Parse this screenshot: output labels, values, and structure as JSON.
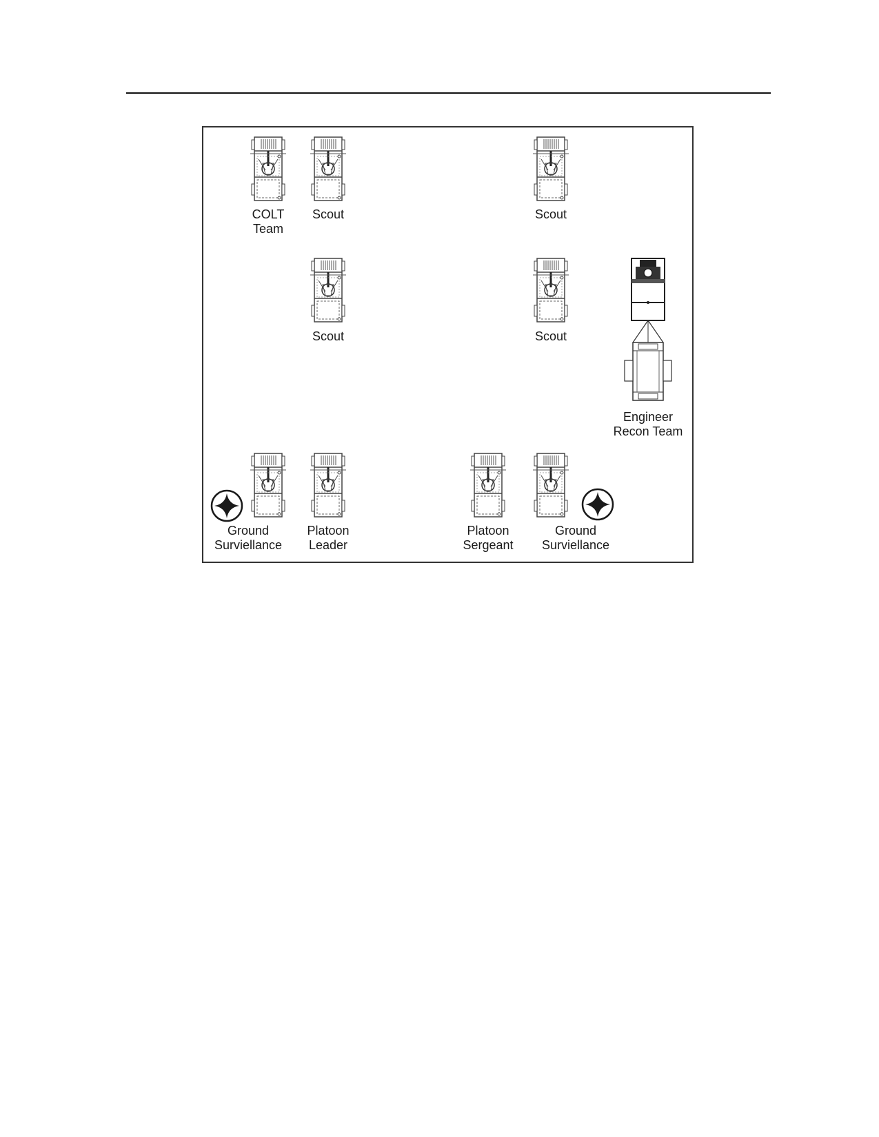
{
  "units": [
    {
      "id": "colt",
      "lines": [
        "COLT",
        "Team"
      ]
    },
    {
      "id": "scout-1",
      "lines": [
        "Scout"
      ]
    },
    {
      "id": "scout-2",
      "lines": [
        "Scout"
      ]
    },
    {
      "id": "scout-3",
      "lines": [
        "Scout"
      ]
    },
    {
      "id": "scout-4",
      "lines": [
        "Scout"
      ]
    },
    {
      "id": "engineer",
      "lines": [
        "Engineer",
        "Recon Team"
      ]
    },
    {
      "id": "gsr-left",
      "lines": [
        "Ground",
        "Surviellance"
      ]
    },
    {
      "id": "platoon-leader",
      "lines": [
        "Platoon",
        "Leader"
      ]
    },
    {
      "id": "platoon-sergeant",
      "lines": [
        "Platoon",
        "Sergeant"
      ]
    },
    {
      "id": "gsr-right",
      "lines": [
        "Ground",
        "Surviellance"
      ]
    }
  ],
  "icons": {
    "vehicle": "humvee-top-view-icon",
    "engineer_vehicle": "engineer-vehicle-top-view-icon",
    "ground_surveillance": "ground-surveillance-radar-icon"
  },
  "colors": {
    "line": "#333333",
    "fill": "#ffffff",
    "symbol": "#1a1a1a"
  }
}
